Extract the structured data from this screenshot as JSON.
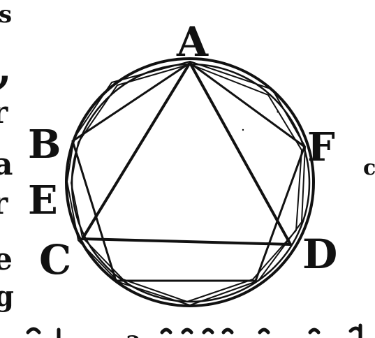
{
  "figure": {
    "vertex_labels": {
      "A": "A",
      "B": "B",
      "C": "C",
      "D": "D",
      "E": "E",
      "F": "F"
    },
    "left_margin_fragments": [
      "s",
      ",",
      "r",
      "a",
      "r",
      "e",
      "g"
    ],
    "right_margin_fragment": "c",
    "bottom_fragment": "a"
  }
}
